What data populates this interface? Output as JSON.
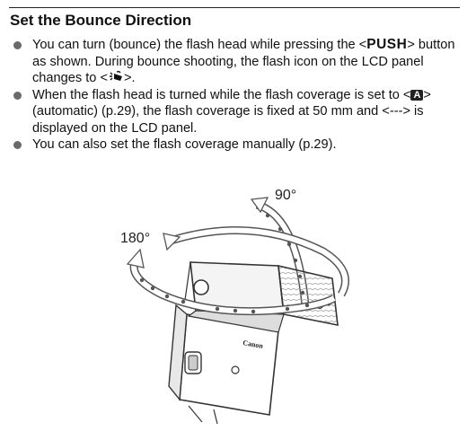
{
  "header": {
    "title": "Set the Bounce Direction"
  },
  "bullets": [
    {
      "pre": "You can turn (bounce) the flash head while pressing the <",
      "button": "PUSH",
      "post": "> button as shown. During bounce shooting, the flash icon on the LCD panel changes to <",
      "tail": ">."
    },
    {
      "pre": "When the flash head is turned while the flash coverage is set to <",
      "badge": "A",
      "post": "> (automatic) (p.29), the flash coverage is fixed at 50 mm and <--->  is displayed on the LCD panel."
    },
    {
      "text": "You can also set the flash coverage manually (p.29)."
    }
  ],
  "illustration": {
    "label_vertical": "90°",
    "label_horizontal": "180°",
    "brand_text": "Canon"
  },
  "icons": [
    "bounce-flash-icon",
    "rotation-arrow-icon"
  ]
}
